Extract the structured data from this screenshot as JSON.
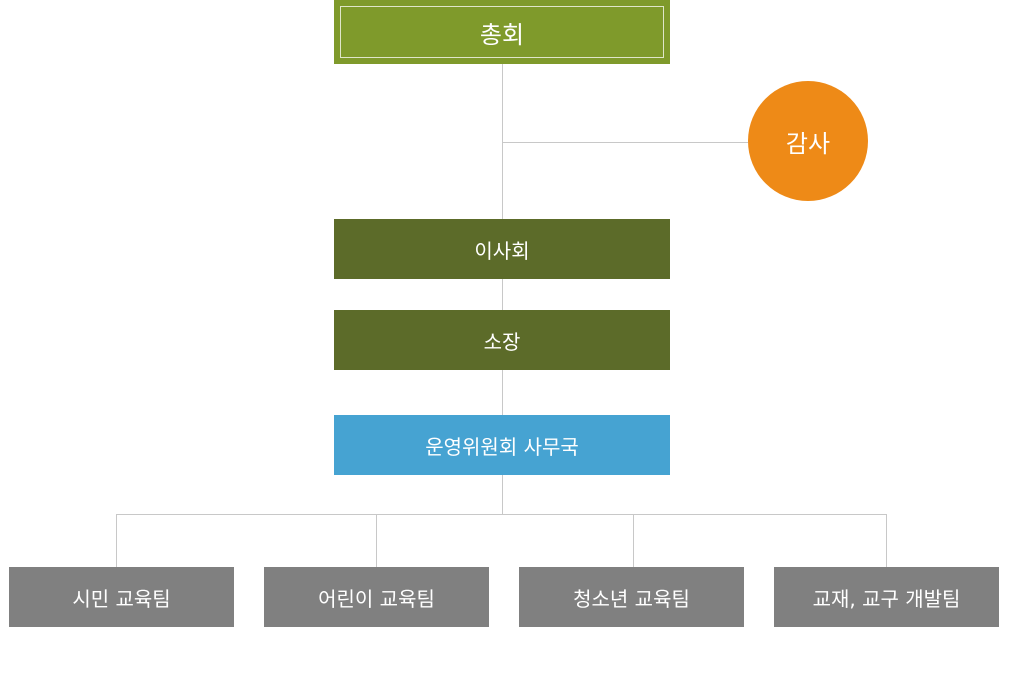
{
  "org": {
    "general_assembly": "총회",
    "audit": "감사",
    "board": "이사회",
    "director": "소장",
    "secretariat": "운영위원회 사무국",
    "teams": [
      "시민 교육팀",
      "어린이 교육팀",
      "청소년 교육팀",
      "교재, 교구 개발팀"
    ]
  },
  "colors": {
    "general_assembly": "#7f9a2b",
    "audit": "#ee8a17",
    "board_director": "#5c6b29",
    "secretariat": "#46a3d2",
    "teams": "#808080",
    "connector": "#c8c8c8"
  }
}
